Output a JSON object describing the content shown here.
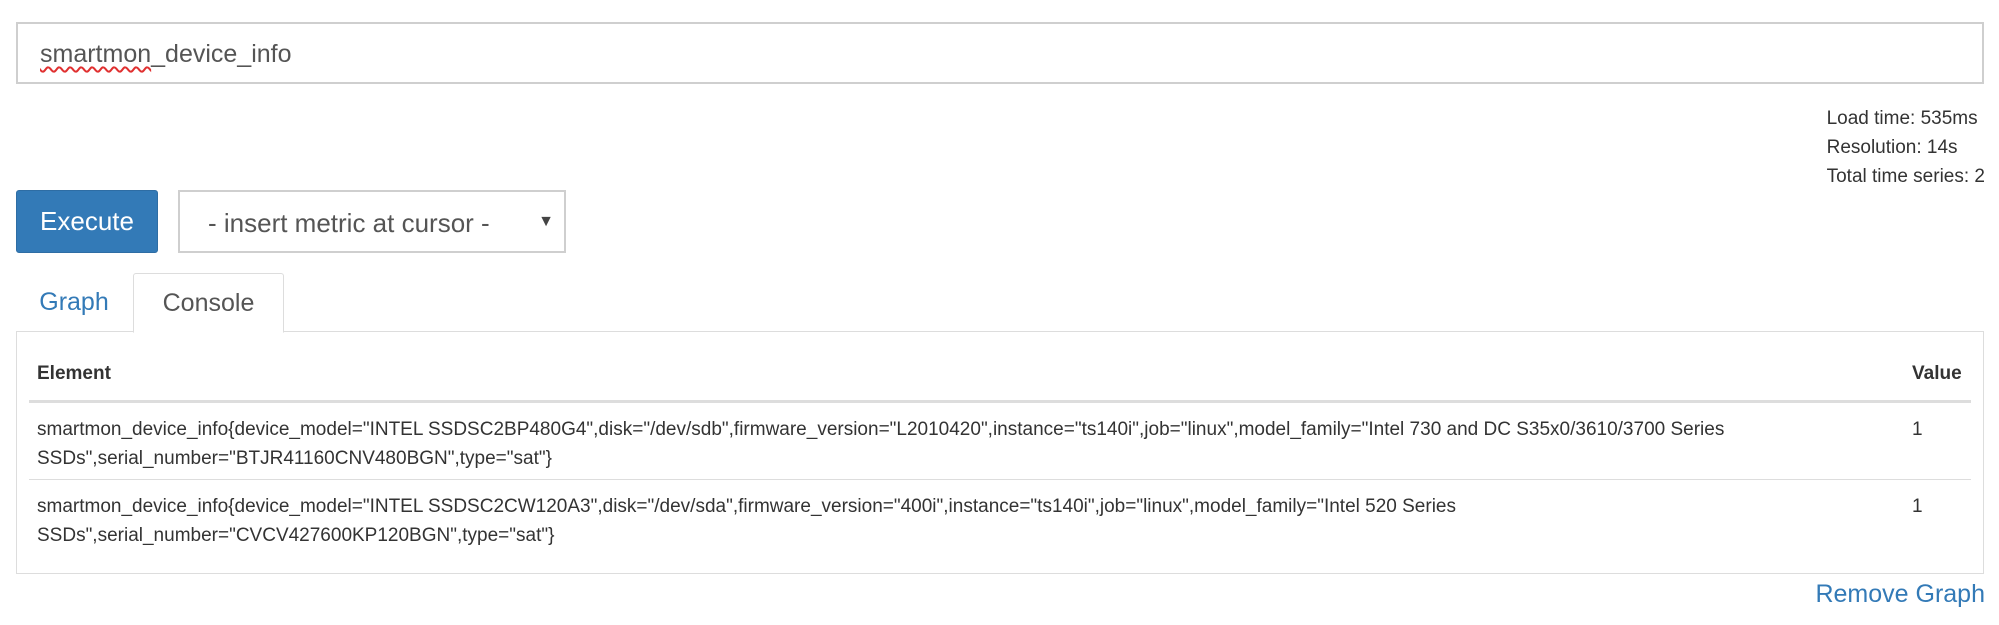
{
  "expression": {
    "value_misspelled_part": "smartmon",
    "value_rest": "_device_info"
  },
  "stats": {
    "load_time": "Load time: 535ms",
    "resolution": "Resolution: 14s",
    "total_series": "Total time series: 2"
  },
  "controls": {
    "execute_label": "Execute",
    "metric_select_value": "- insert metric at cursor -",
    "caret": "▼"
  },
  "tabs": [
    {
      "label": "Graph",
      "active": false
    },
    {
      "label": "Console",
      "active": true
    }
  ],
  "console": {
    "columns": {
      "element": "Element",
      "value": "Value"
    },
    "rows": [
      {
        "element_line1": "smartmon_device_info{device_model=\"INTEL SSDSC2BP480G4\",disk=\"/dev/sdb\",firmware_version=\"L2010420\",instance=\"ts140i\",job=\"linux\",model_family=\"Intel 730 and DC S35x0/3610/3700 Series",
        "element_line2": "SSDs\",serial_number=\"BTJR41160CNV480BGN\",type=\"sat\"}",
        "value": "1"
      },
      {
        "element_line1": "smartmon_device_info{device_model=\"INTEL SSDSC2CW120A3\",disk=\"/dev/sda\",firmware_version=\"400i\",instance=\"ts140i\",job=\"linux\",model_family=\"Intel 520 Series",
        "element_line2": "SSDs\",serial_number=\"CVCV427600KP120BGN\",type=\"sat\"}",
        "value": "1"
      }
    ]
  },
  "remove_graph_label": "Remove Graph",
  "colors": {
    "accent": "#337ab7",
    "border": "#dddddd",
    "text": "#333333",
    "spellcheck": "#e03030"
  }
}
